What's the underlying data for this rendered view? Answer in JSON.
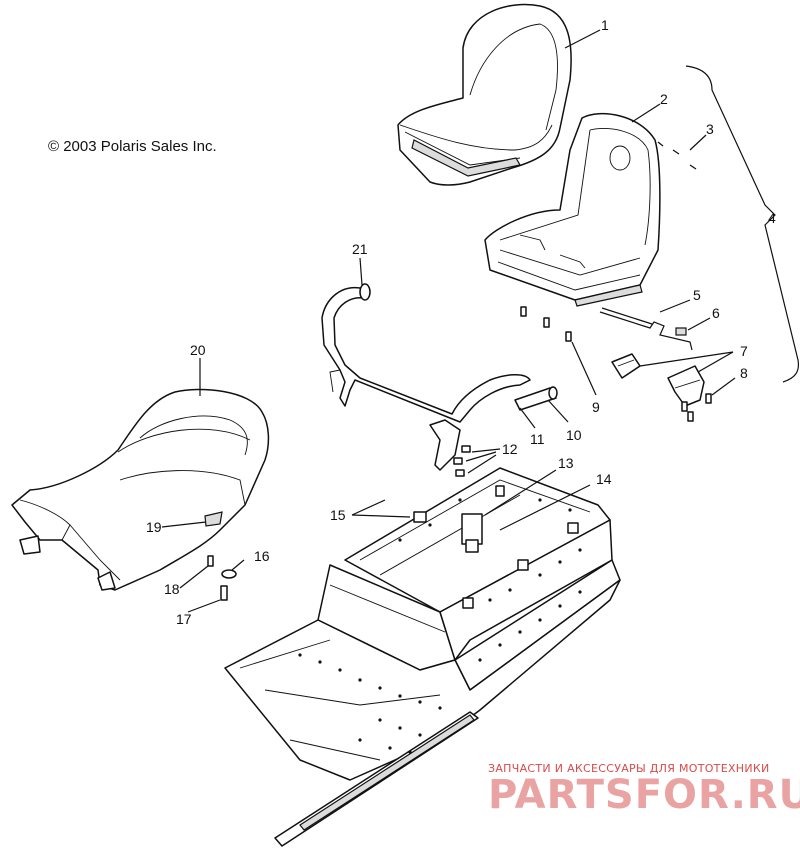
{
  "copyright": "© 2003 Polaris Sales Inc.",
  "watermark": {
    "tagline": "ЗАПЧАСТИ И АКСЕССУАРЫ ДЛЯ МОТОТЕХНИКИ",
    "brand": "PARTSFOR.RU",
    "color": "#d94a4a"
  },
  "callouts": [
    "1",
    "2",
    "3",
    "4",
    "5",
    "6",
    "7",
    "8",
    "9",
    "10",
    "11",
    "12",
    "13",
    "14",
    "15",
    "16",
    "17",
    "18",
    "19",
    "20",
    "21"
  ]
}
